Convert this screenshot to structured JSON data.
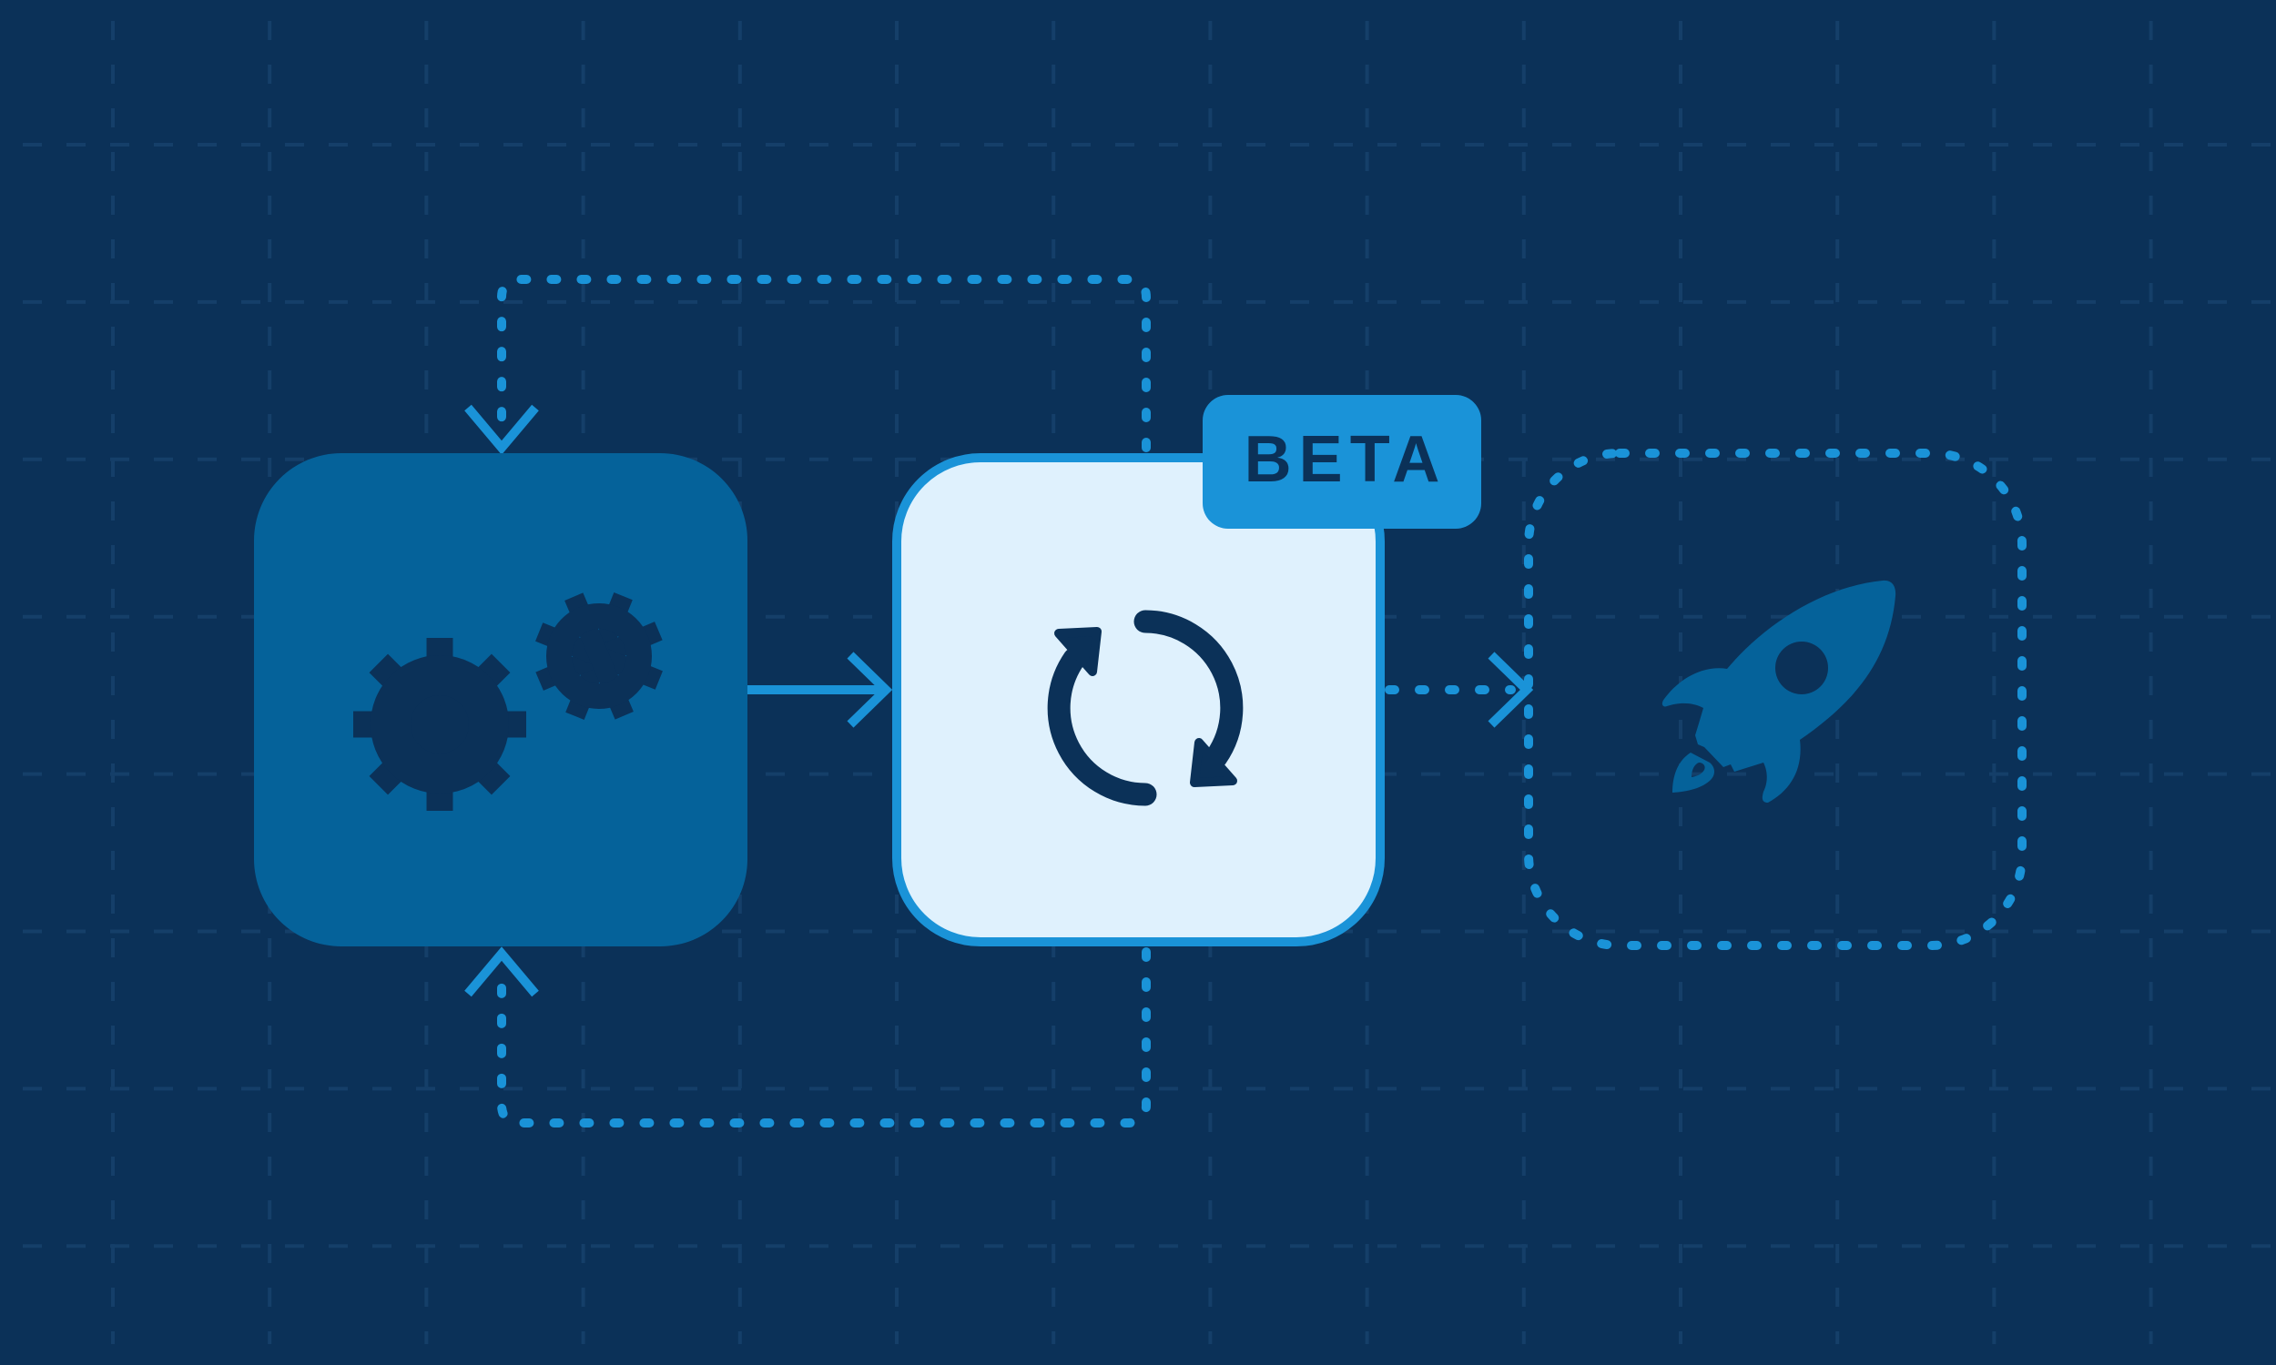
{
  "diagram": {
    "background_color": "#0b3158",
    "grid_color": "#153f69",
    "accent_color": "#1a93d8",
    "nodes": [
      {
        "id": "configure",
        "icon": "gears-icon",
        "style": "solid",
        "fill": "#05629a",
        "icon_color": "#0b3158"
      },
      {
        "id": "sync",
        "icon": "sync-icon",
        "style": "outlined-light",
        "fill": "#dff1fd",
        "border": "#1a93d8",
        "icon_color": "#0b3158",
        "badge": {
          "label": "BETA",
          "fill": "#1a93d8",
          "text_color": "#0b3158"
        }
      },
      {
        "id": "launch",
        "icon": "rocket-icon",
        "style": "dashed-outline",
        "border": "#1a93d8",
        "icon_color": "#05629a"
      }
    ],
    "edges": [
      {
        "from": "configure",
        "to": "sync",
        "style": "solid-arrow"
      },
      {
        "from": "sync",
        "to": "launch",
        "style": "dotted-arrow"
      },
      {
        "from": "sync",
        "to": "configure",
        "style": "dotted-loop-top",
        "arrow": "down"
      },
      {
        "from": "sync",
        "to": "configure",
        "style": "dotted-loop-bottom",
        "arrow": "up"
      }
    ]
  },
  "badge": {
    "label": "BETA"
  }
}
